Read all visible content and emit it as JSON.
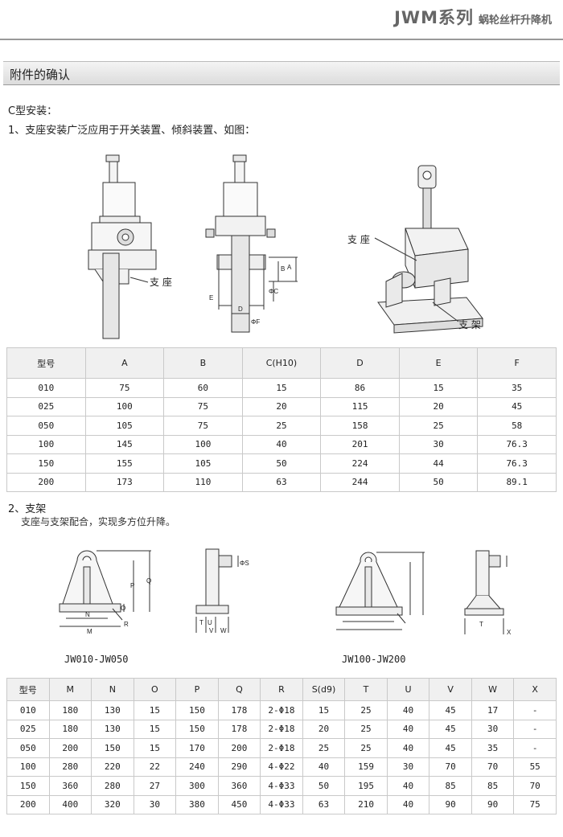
{
  "header": {
    "brand": "JWM系列",
    "subtitle": "蜗轮丝杆升降机"
  },
  "section": {
    "title": "附件的确认"
  },
  "c_mount": {
    "heading": "C型安装：",
    "item1": "1、支座安装广泛应用于开关装置、倾斜装置、如图：",
    "label_support": "支  座",
    "label_support2": "支 座",
    "label_bracket": "支 架",
    "dims": {
      "A": "A",
      "B": "B",
      "C": "ΦC",
      "D": "D",
      "E": "E",
      "F": "ΦF"
    }
  },
  "table1": {
    "headers": [
      "型号",
      "A",
      "B",
      "C(H10)",
      "D",
      "E",
      "F"
    ],
    "rows": [
      [
        "010",
        "75",
        "60",
        "15",
        "86",
        "15",
        "35"
      ],
      [
        "025",
        "100",
        "75",
        "20",
        "115",
        "20",
        "45"
      ],
      [
        "050",
        "105",
        "75",
        "25",
        "158",
        "25",
        "58"
      ],
      [
        "100",
        "145",
        "100",
        "40",
        "201",
        "30",
        "76.3"
      ],
      [
        "150",
        "155",
        "105",
        "50",
        "224",
        "44",
        "76.3"
      ],
      [
        "200",
        "173",
        "110",
        "63",
        "244",
        "50",
        "89.1"
      ]
    ]
  },
  "bracket": {
    "item2": "2、支架",
    "note": "支座与支架配合，实现多方位升降。",
    "caption_left": "JW010-JW050",
    "caption_right": "JW100-JW200",
    "dims": {
      "M": "M",
      "N": "N",
      "O": "O",
      "P": "P",
      "Q": "Q",
      "R": "R",
      "S": "ΦS",
      "T": "T",
      "U": "U",
      "V": "V",
      "W": "W",
      "X": "X"
    }
  },
  "table2": {
    "headers": [
      "型号",
      "M",
      "N",
      "O",
      "P",
      "Q",
      "R",
      "S(d9)",
      "T",
      "U",
      "V",
      "W",
      "X"
    ],
    "rows": [
      [
        "010",
        "180",
        "130",
        "15",
        "150",
        "178",
        "2-Φ18",
        "15",
        "25",
        "40",
        "45",
        "17",
        "-"
      ],
      [
        "025",
        "180",
        "130",
        "15",
        "150",
        "178",
        "2-Φ18",
        "20",
        "25",
        "40",
        "45",
        "30",
        "-"
      ],
      [
        "050",
        "200",
        "150",
        "15",
        "170",
        "200",
        "2-Φ18",
        "25",
        "25",
        "40",
        "45",
        "35",
        "-"
      ],
      [
        "100",
        "280",
        "220",
        "22",
        "240",
        "290",
        "4-Φ22",
        "40",
        "159",
        "30",
        "70",
        "70",
        "55"
      ],
      [
        "150",
        "360",
        "280",
        "27",
        "300",
        "360",
        "4-Φ33",
        "50",
        "195",
        "40",
        "85",
        "85",
        "70"
      ],
      [
        "200",
        "400",
        "320",
        "30",
        "380",
        "450",
        "4-Φ33",
        "63",
        "210",
        "40",
        "90",
        "90",
        "75"
      ]
    ]
  }
}
